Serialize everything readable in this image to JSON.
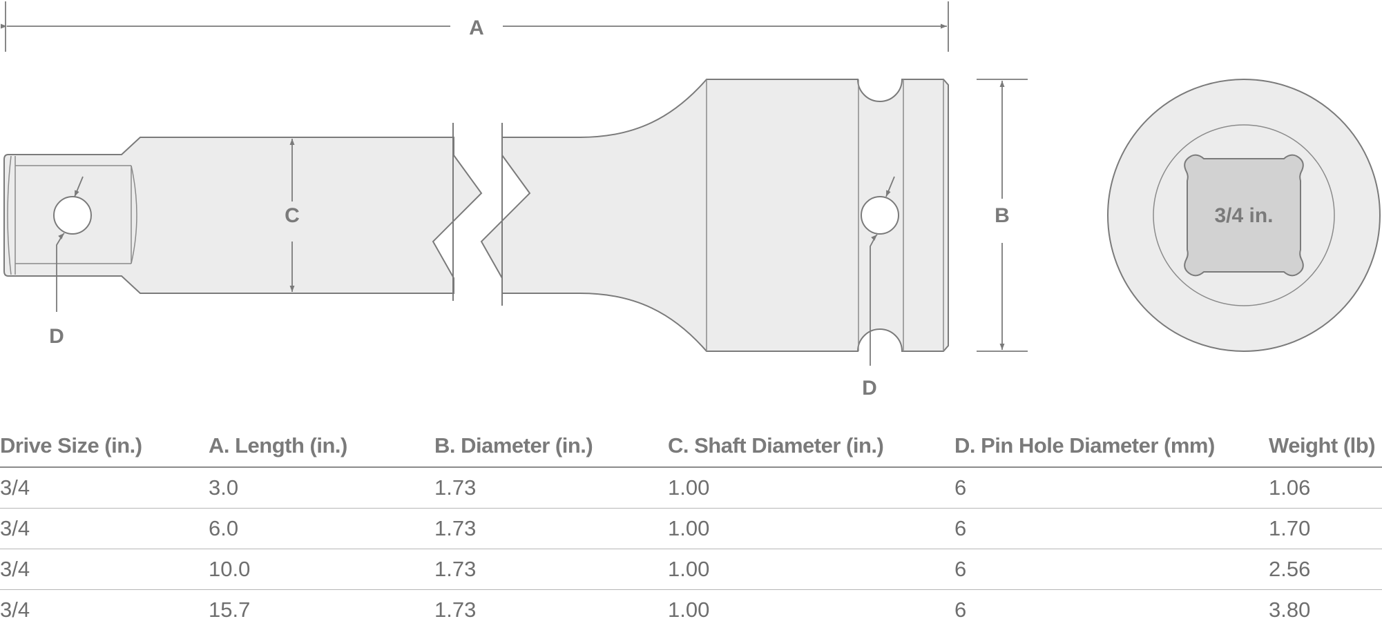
{
  "diagram": {
    "dimension_labels": {
      "a": "A",
      "b": "B",
      "c": "C",
      "d_left": "D",
      "d_right": "D"
    },
    "drive_label": "3/4 in."
  },
  "table": {
    "headers": [
      "Drive Size (in.)",
      "A. Length (in.)",
      "B. Diameter (in.)",
      "C. Shaft Diameter (in.)",
      "D. Pin Hole Diameter (mm)",
      "Weight (lb)"
    ],
    "rows": [
      [
        "3/4",
        "3.0",
        "1.73",
        "1.00",
        "6",
        "1.06"
      ],
      [
        "3/4",
        "6.0",
        "1.73",
        "1.00",
        "6",
        "1.70"
      ],
      [
        "3/4",
        "10.0",
        "1.73",
        "1.00",
        "6",
        "2.56"
      ],
      [
        "3/4",
        "15.7",
        "1.73",
        "1.00",
        "6",
        "3.80"
      ]
    ]
  },
  "colors": {
    "line": "#7a7a7a",
    "fill": "#ececec",
    "square_fill": "#d2d2d2",
    "text": "#6e6e6e"
  }
}
